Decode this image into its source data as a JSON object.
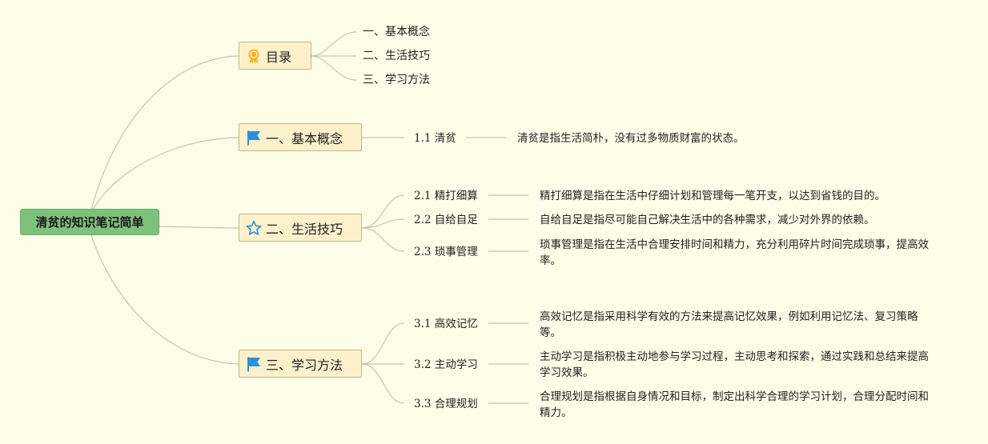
{
  "root": {
    "label": "清贫的知识笔记简单"
  },
  "toc": {
    "label": "目录",
    "icon": "award-ribbon-icon",
    "items": [
      "一、基本概念",
      "二、生活技巧",
      "三、学习方法"
    ]
  },
  "sections": [
    {
      "label": "一、基本概念",
      "icon": "flag-icon",
      "items": [
        {
          "title": "1.1 清贫",
          "desc": "清贫是指生活简朴，没有过多物质财富的状态。"
        }
      ]
    },
    {
      "label": "二、生活技巧",
      "icon": "star-icon",
      "items": [
        {
          "title": "2.1 精打细算",
          "desc": "精打细算是指在生活中仔细计划和管理每一笔开支，以达到省钱的目的。"
        },
        {
          "title": "2.2 自给自足",
          "desc": "自给自足是指尽可能自己解决生活中的各种需求，减少对外界的依赖。"
        },
        {
          "title": "2.3 琐事管理",
          "desc": "琐事管理是指在生活中合理安排时间和精力，充分利用碎片时间完成琐事，提高效率。"
        }
      ]
    },
    {
      "label": "三、学习方法",
      "icon": "flag-icon",
      "items": [
        {
          "title": "3.1 高效记忆",
          "desc": "高效记忆是指采用科学有效的方法来提高记忆效果，例如利用记忆法、复习策略等。"
        },
        {
          "title": "3.2 主动学习",
          "desc": "主动学习是指积极主动地参与学习过程，主动思考和探索，通过实践和总结来提高学习效果。"
        },
        {
          "title": "3.3 合理规划",
          "desc": "合理规划是指根据自身情况和目标，制定出科学合理的学习计划，合理分配时间和精力。"
        }
      ]
    }
  ],
  "colors": {
    "background": "#fefde8",
    "root_fill": "#7ec17b",
    "branch_fill": "#fdf1cc",
    "connector": "#c9c3b4",
    "flag": "#2e8fd6",
    "star": "#2e8fd6",
    "award": "#f2b418"
  }
}
